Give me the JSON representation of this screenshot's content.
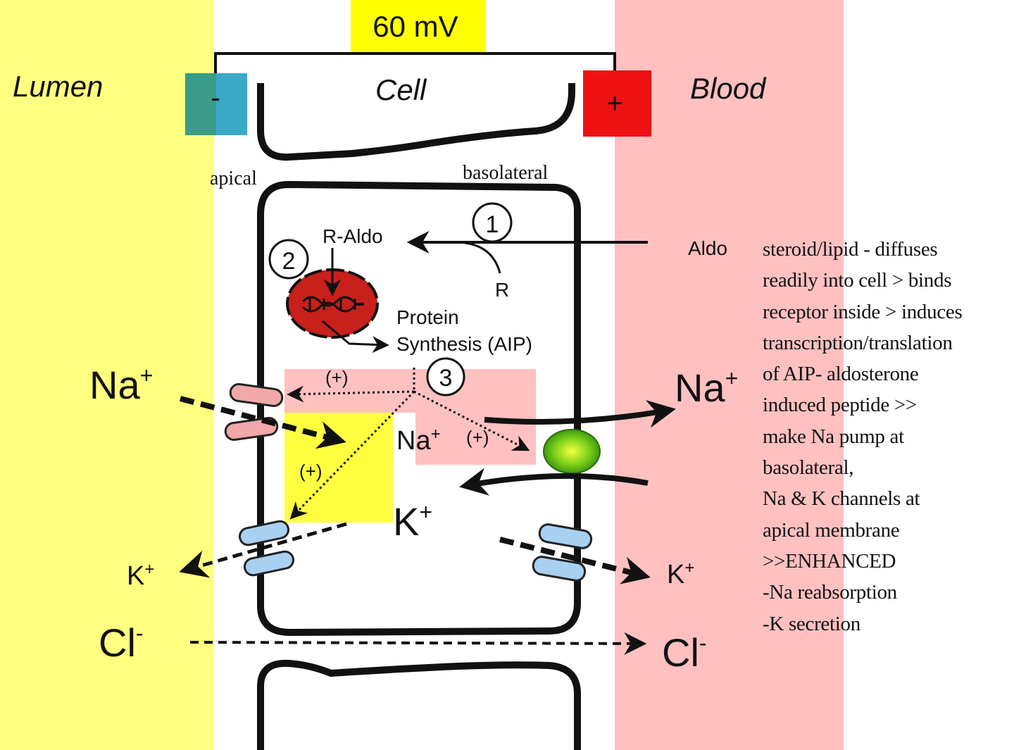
{
  "colors": {
    "lumen_bg": "#ffff80",
    "blood_bg": "#ffc0c0",
    "negative_electrode": "#3aa9c8",
    "positive_electrode": "#ee1111",
    "voltage_badge": "#ffff00",
    "nucleus": "#c8201a",
    "pump": "#7ed21a",
    "na_channel": "#f0a8a8",
    "k_channel": "#a8d0f0",
    "highlight_pink": "#ffc0c0",
    "highlight_yellow": "#ffff40"
  },
  "voltage": "60 mV",
  "regions": {
    "lumen": "Lumen",
    "cell": "Cell",
    "blood": "Blood"
  },
  "electrodes": {
    "negative": "-",
    "positive": "+"
  },
  "membranes": {
    "apical": "apical",
    "basolateral": "basolateral"
  },
  "steps": [
    "1",
    "2",
    "3"
  ],
  "molecules": {
    "r_aldo": "R-Aldo",
    "receptor": "R",
    "aldo": "Aldo",
    "protein_line1": "Protein",
    "protein_line2": "Synthesis (AIP)"
  },
  "effects": {
    "plus": "(+)"
  },
  "ions": {
    "na_base": "Na",
    "k_base": "K",
    "cl_base": "Cl",
    "plus_sup": "+",
    "minus_sup": "-"
  },
  "description": [
    "steroid/lipid - diffuses",
    "readily into cell > binds",
    "receptor inside > induces",
    "transcription/translation",
    "of AIP- aldosterone",
    "induced peptide >>",
    "make Na pump at",
    "basolateral,",
    "Na & K channels at",
    "apical membrane",
    ">>ENHANCED",
    "-Na reabsorption",
    "-K secretion"
  ]
}
